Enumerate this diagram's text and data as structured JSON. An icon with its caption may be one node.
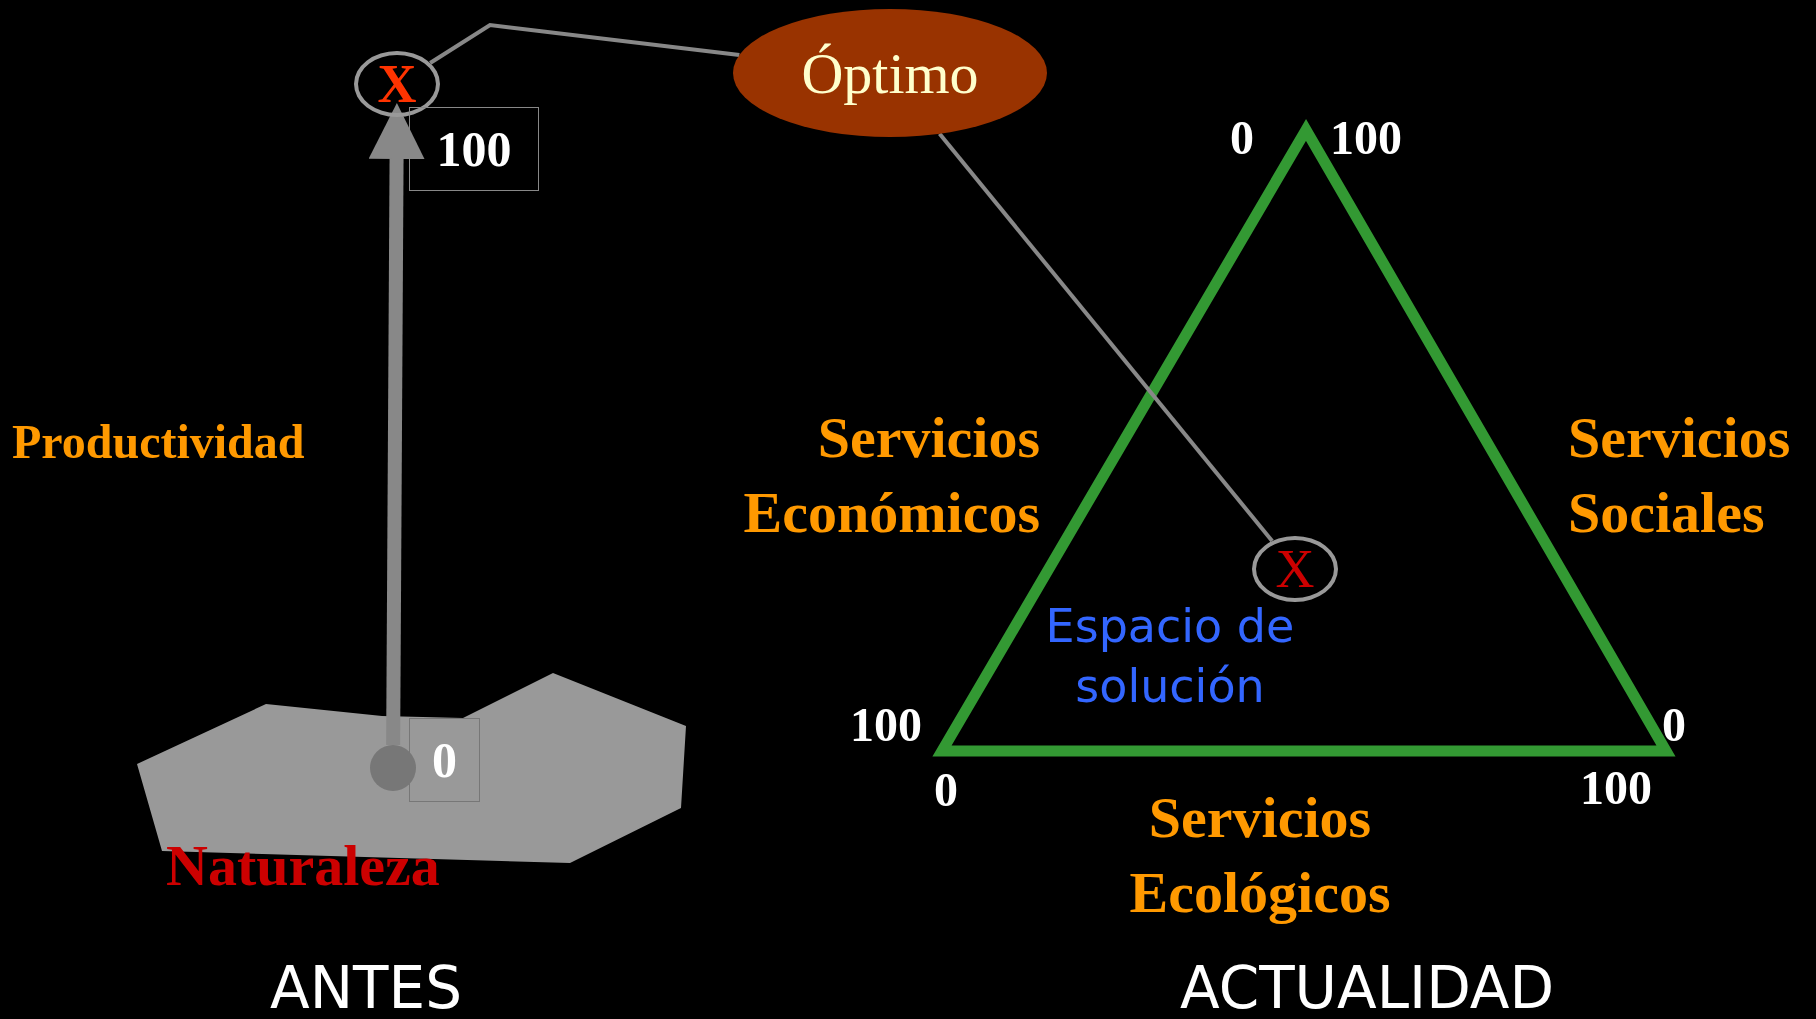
{
  "diagram": {
    "nodes": [
      {
        "text": [
          "X"
        ]
      },
      {
        "text": [
          "Óptimo"
        ]
      },
      {
        "text": [
          "100"
        ]
      },
      {
        "text": [
          "X"
        ]
      },
      {
        "text": [],
        "shape": "circle"
      },
      {
        "text": [
          "0"
        ]
      }
    ],
    "edges": [
      {
        "from": 1,
        "to": 0,
        "arrow": "none"
      },
      {
        "from": 1,
        "to": 3,
        "arrow": "none"
      },
      {
        "from": 4,
        "to": 0,
        "arrow": "to",
        "style": "thick"
      }
    ],
    "labels": [
      "0",
      "100",
      "Productividad",
      "Servicios Económicos",
      "Servicios Sociales",
      "Espacio de solución",
      "100",
      "0",
      "0",
      "100",
      "Naturaleza",
      "Servicios Ecológicos",
      "ANTES",
      "ACTUALIDAD"
    ]
  }
}
